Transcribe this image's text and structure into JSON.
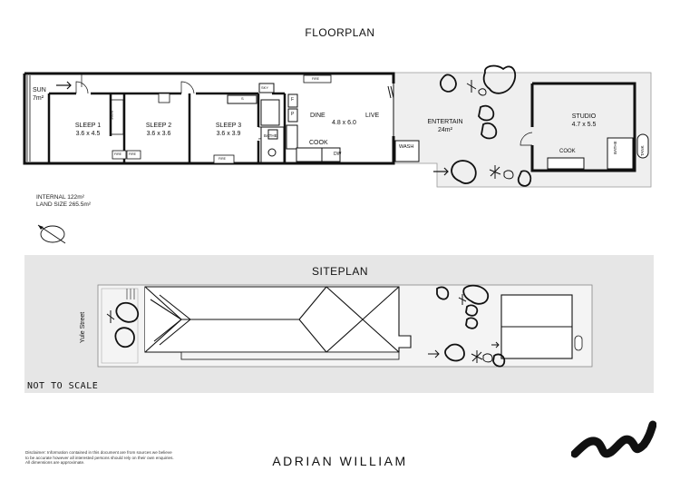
{
  "floorplan": {
    "title": "FLOORPLAN",
    "rooms": {
      "sun": {
        "name": "SUN",
        "size": "7m²"
      },
      "sleep1": {
        "name": "SLEEP 1",
        "size": "3.6 x 4.5"
      },
      "sleep2": {
        "name": "SLEEP 2",
        "size": "3.6 x 3.6"
      },
      "sleep3": {
        "name": "SLEEP 3",
        "size": "3.6 x 3.9"
      },
      "dine": {
        "name": "DINE"
      },
      "live": {
        "name": "LIVE"
      },
      "dine_live_size": "4.8 x 6.0",
      "cook": {
        "name": "COOK"
      },
      "bathe": {
        "name": "BATHE"
      },
      "entertain": {
        "name": "ENTERTAIN",
        "size": "24m²"
      },
      "wash": {
        "name": "WASH"
      },
      "studio": {
        "name": "STUDIO",
        "size": "4.7 x 5.5"
      },
      "studio_cook": {
        "name": "COOK"
      },
      "studio_bathe": {
        "name": "BATHE"
      },
      "tank": {
        "name": "TANK"
      }
    },
    "small_labels": {
      "robe": "ROBE",
      "fire": "FIRE",
      "s": "S",
      "sky": "SKY",
      "f": "F",
      "p": "P",
      "dw": "DW"
    },
    "internal": "INTERNAL 122m²",
    "land_size": "LAND SIZE 265.5m²"
  },
  "siteplan": {
    "title": "SITEPLAN",
    "street": "Yule Street",
    "not_to_scale": "NOT TO SCALE"
  },
  "footer": {
    "disclaimer_lines": [
      "Disclaimer: Information contained in this document are from sources we believe",
      "to be accurate however all interested persons should rely on their own enquiries.",
      "All dimensions are approximate."
    ],
    "brand": "ADRIAN WILLIAM"
  },
  "colors": {
    "line": "#111111",
    "site_bg": "#e6e6e6",
    "paving": "#ececec"
  }
}
